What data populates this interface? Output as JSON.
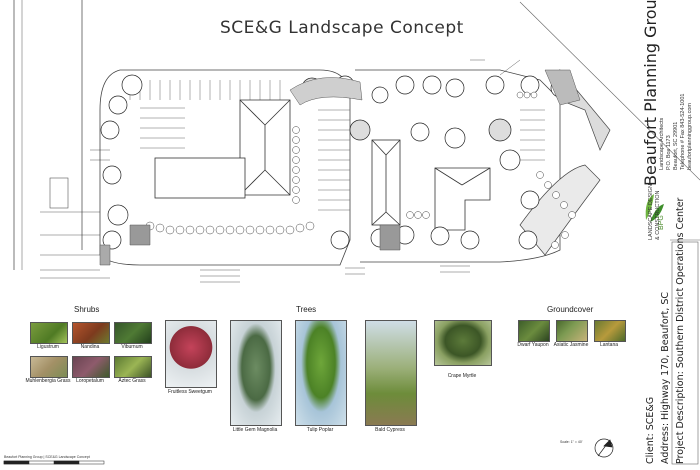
{
  "title": "SCE&G Landscape Concept",
  "legend": {
    "shrubs_heading": "Shrubs",
    "trees_heading": "Trees",
    "groundcover_heading": "Groundcover",
    "shrubs": [
      "Ligustrum",
      "Nandina",
      "Viburnum",
      "Muhlenbergia Grass",
      "Loropetalum",
      "Aztec Grass"
    ],
    "trees": [
      "Fruitless Sweetgum",
      "Little Gem Magnolia",
      "Tulip Poplar",
      "Bald Cypress",
      "Crape Myrtle"
    ],
    "groundcover": [
      "Dwarf Yaupon",
      "Asiatic Jasmine",
      "Lantana"
    ]
  },
  "firm": {
    "name": "Beaufort Planning Group",
    "subtitle": "Landscape Architects",
    "address_1": "P.O. Box 1173",
    "address_2": "Beaufort, SC 29901",
    "phone": "Telephone # Fax 843-524-1001",
    "email": "beaufortplanninggroup.com",
    "logo_letters": "BPG",
    "tagline_1": "LANDSCAPE DESIGN",
    "tagline_2": "& CONSTRUCTION"
  },
  "title_block": {
    "client": "Client: SCE&G",
    "address": "Address: Highway 170, Beaufort, SC",
    "project": "Project Description: Southern District Operations Center"
  },
  "scale_note": "Scale: 1\" = 40'",
  "footer_note": "Beaufort Planning Group | SCE&G Landscape Concept"
}
